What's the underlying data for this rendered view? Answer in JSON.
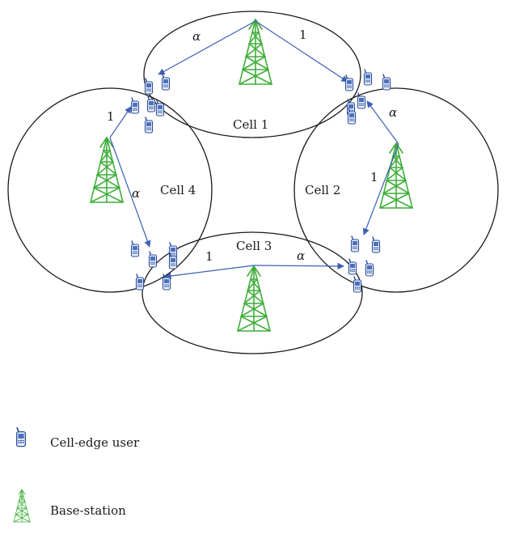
{
  "cells": [
    {
      "label": "Cell 1"
    },
    {
      "label": "Cell 2"
    },
    {
      "label": "Cell 3"
    },
    {
      "label": "Cell 4"
    }
  ],
  "link_labels": {
    "cell1_left": "α",
    "cell1_right": "1",
    "cell2_up": "α",
    "cell2_down": "1",
    "cell3_left": "1",
    "cell3_right": "α",
    "cell4_up": "1",
    "cell4_down": "α"
  },
  "legend": {
    "user_label": "Cell-edge user",
    "station_label": "Base-station"
  },
  "colors": {
    "tower": "#3fae3a",
    "link": "#3d5fb5",
    "phone": "#4a70c0",
    "circle": "#1a1a1a"
  },
  "icons": {
    "user": "mobile-phone-icon",
    "station": "base-station-tower-icon"
  }
}
